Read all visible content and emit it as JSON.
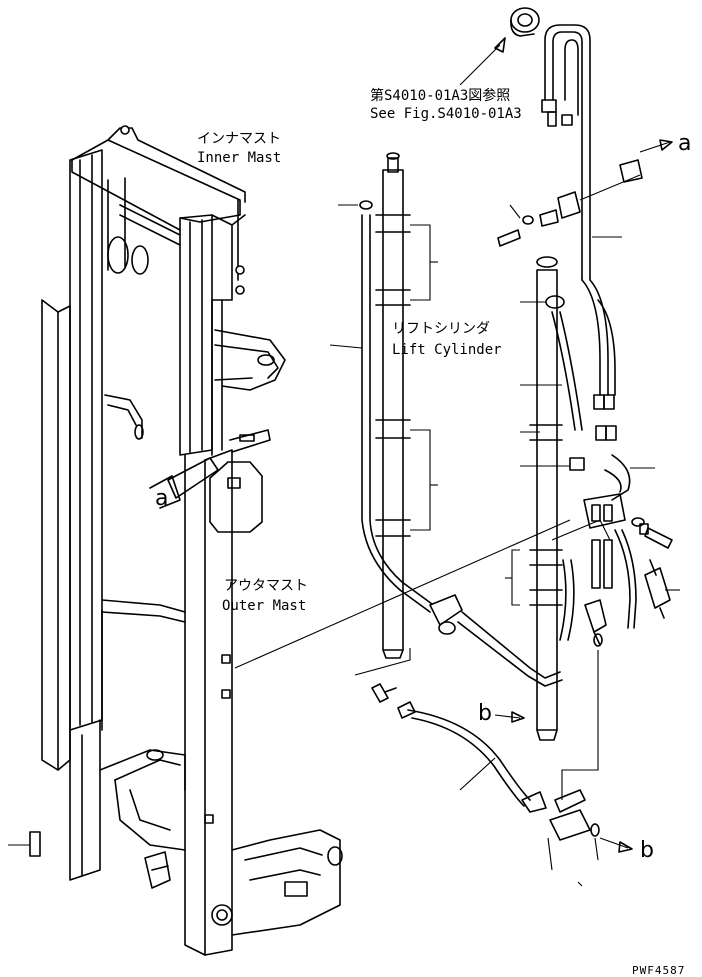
{
  "labels": {
    "ref_jp": "第S4010-01A3図参照",
    "ref_en": "See Fig.S4010-01A3",
    "inner_jp": "インナマスト",
    "inner_en": "Inner Mast",
    "lift_jp": "リフトシリンダ",
    "lift_en": "Lift Cylinder",
    "outer_jp": "アウタマスト",
    "outer_en": "Outer Mast",
    "marker_a": "a",
    "marker_b": "b",
    "drawing_code": "PWF4587"
  }
}
